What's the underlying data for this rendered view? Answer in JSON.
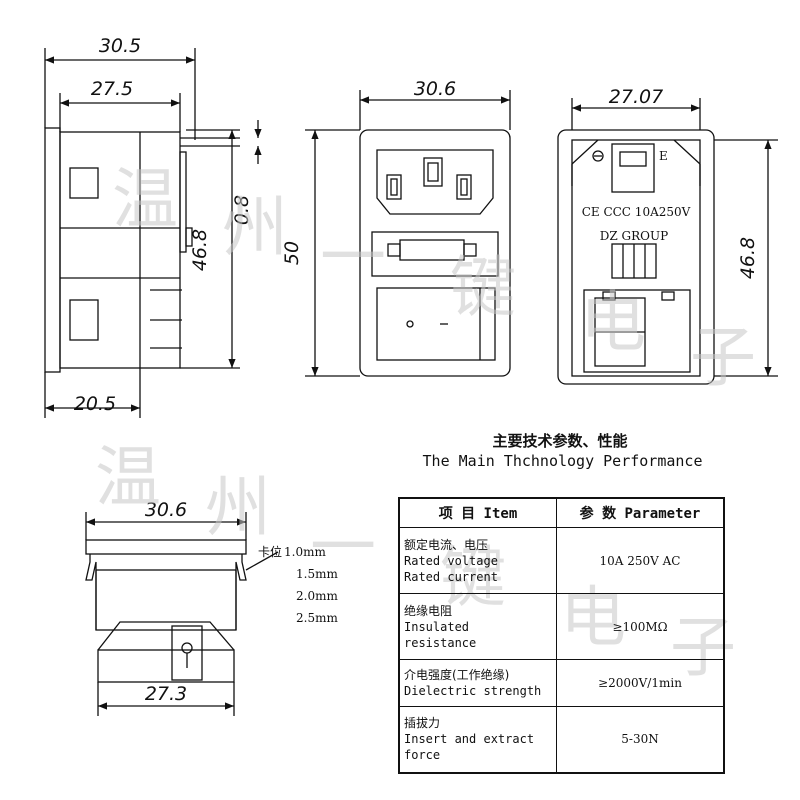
{
  "dimensions": {
    "side_total_width": "30.5",
    "side_inner_width": "27.5",
    "side_height": "46.8",
    "side_thickness": "0.8",
    "side_bottom_width": "20.5",
    "front_width": "30.6",
    "front_height": "50",
    "back_width": "27.07",
    "back_height": "46.8",
    "bottom_top_width": "30.6",
    "bottom_base_width": "27.3"
  },
  "back_label": {
    "ground_mark": "E",
    "rating": "CE  CCC  10A250V",
    "brand": "DZ  GROUP"
  },
  "clip": {
    "label": "卡位",
    "options": [
      "1.0mm",
      "1.5mm",
      "2.0mm",
      "2.5mm"
    ]
  },
  "watermark": [
    "温",
    "州",
    "一",
    "键",
    "电",
    "子",
    "温",
    "州",
    "一",
    "键",
    "电",
    "子"
  ],
  "performance": {
    "title_cn": "主要技术参数、性能",
    "title_en": "The Main Thchnology Performance",
    "headers": [
      "项 目 Item",
      "参 数 Parameter"
    ],
    "rows": [
      {
        "item_cn": "额定电流、电压",
        "item_en": [
          "Rated voltage",
          "Rated current"
        ],
        "value": "10A 250V AC"
      },
      {
        "item_cn": "绝缘电阻",
        "item_en": [
          "Insulated",
          "resistance"
        ],
        "value": "≥100MΩ"
      },
      {
        "item_cn": "介电强度(工作绝缘)",
        "item_en": [
          "Dielectric strength"
        ],
        "value": "≥2000V/1min"
      },
      {
        "item_cn": "插拔力",
        "item_en": [
          "Insert and extract",
          "force"
        ],
        "value": "5-30N"
      }
    ]
  }
}
